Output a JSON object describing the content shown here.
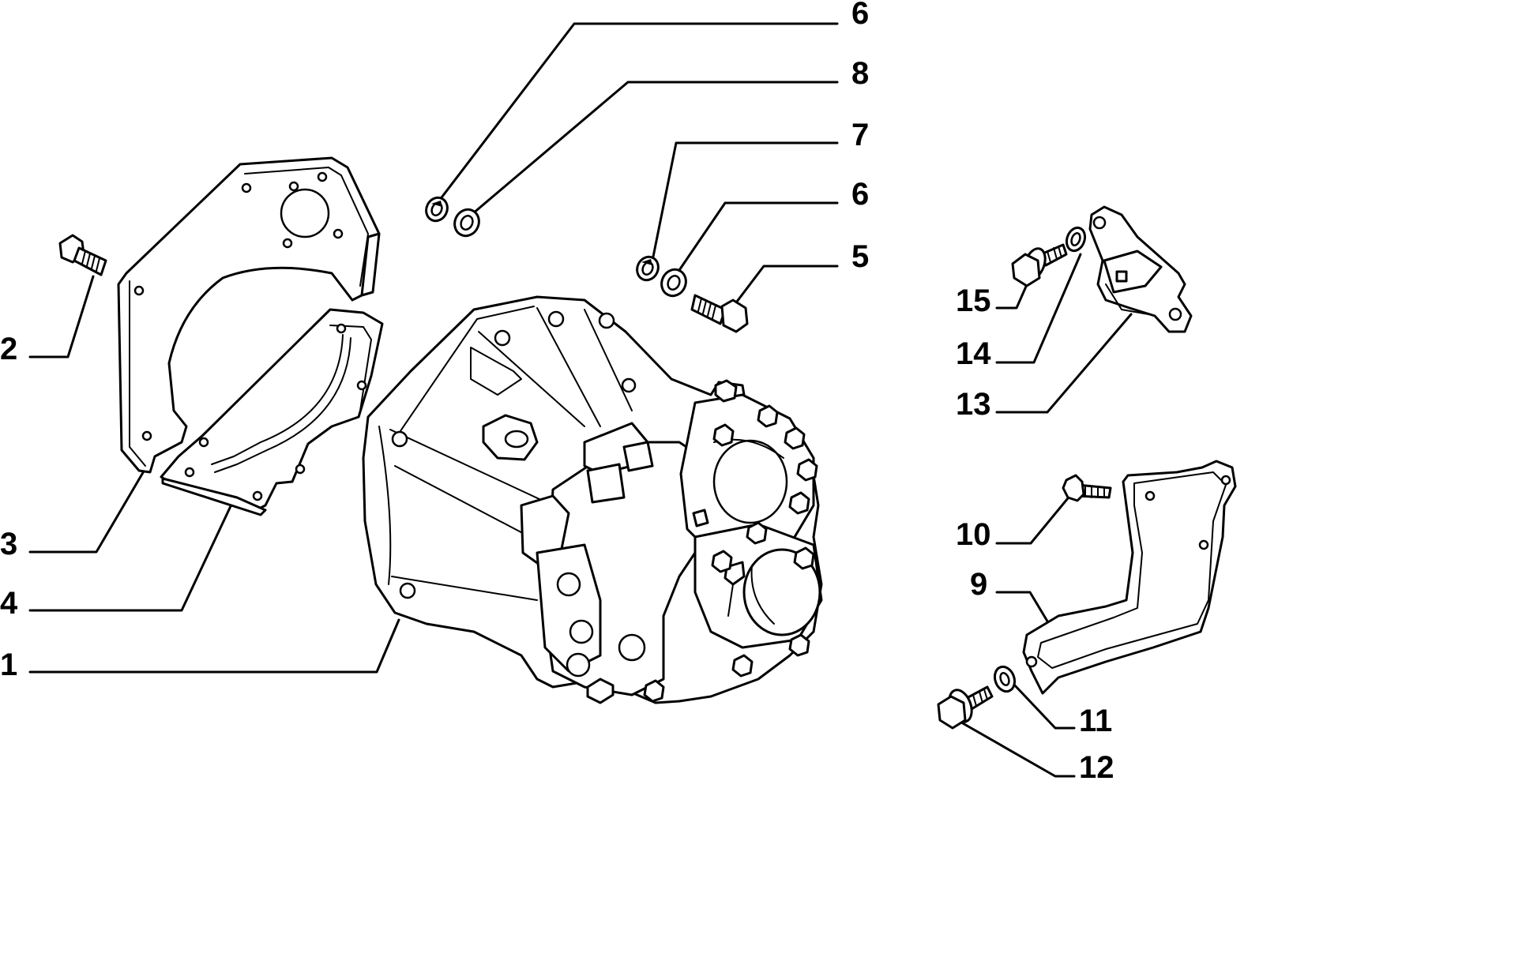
{
  "callouts": [
    {
      "id": "c1",
      "label": "1"
    },
    {
      "id": "c2",
      "label": "2"
    },
    {
      "id": "c3",
      "label": "3"
    },
    {
      "id": "c4",
      "label": "4"
    },
    {
      "id": "c5",
      "label": "5"
    },
    {
      "id": "c6a",
      "label": "6"
    },
    {
      "id": "c6b",
      "label": "6"
    },
    {
      "id": "c7",
      "label": "7"
    },
    {
      "id": "c8",
      "label": "8"
    },
    {
      "id": "c9",
      "label": "9"
    },
    {
      "id": "c10",
      "label": "10"
    },
    {
      "id": "c11",
      "label": "11"
    },
    {
      "id": "c12",
      "label": "12"
    },
    {
      "id": "c13",
      "label": "13"
    },
    {
      "id": "c14",
      "label": "14"
    },
    {
      "id": "c15",
      "label": "15"
    }
  ]
}
